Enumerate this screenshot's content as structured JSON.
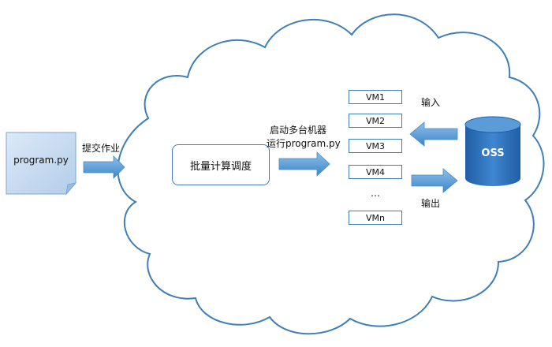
{
  "file": {
    "name": "program.py"
  },
  "submit_label": "提交作业",
  "scheduler_label": "批量计算调度",
  "launch_label": {
    "line1": "启动多台机器",
    "line2": "运行program.py"
  },
  "vms": [
    "VM1",
    "VM2",
    "VM3",
    "VM4",
    "VMn"
  ],
  "vm_ellipsis": "…",
  "oss_label": "OSS",
  "input_label": "输入",
  "output_label": "输出",
  "colors": {
    "cloud_stroke": "#3f7fb8",
    "arrow": "#5b9bd5",
    "file_fill": "#c6daf1",
    "oss_fill": "#2e6fb3"
  }
}
